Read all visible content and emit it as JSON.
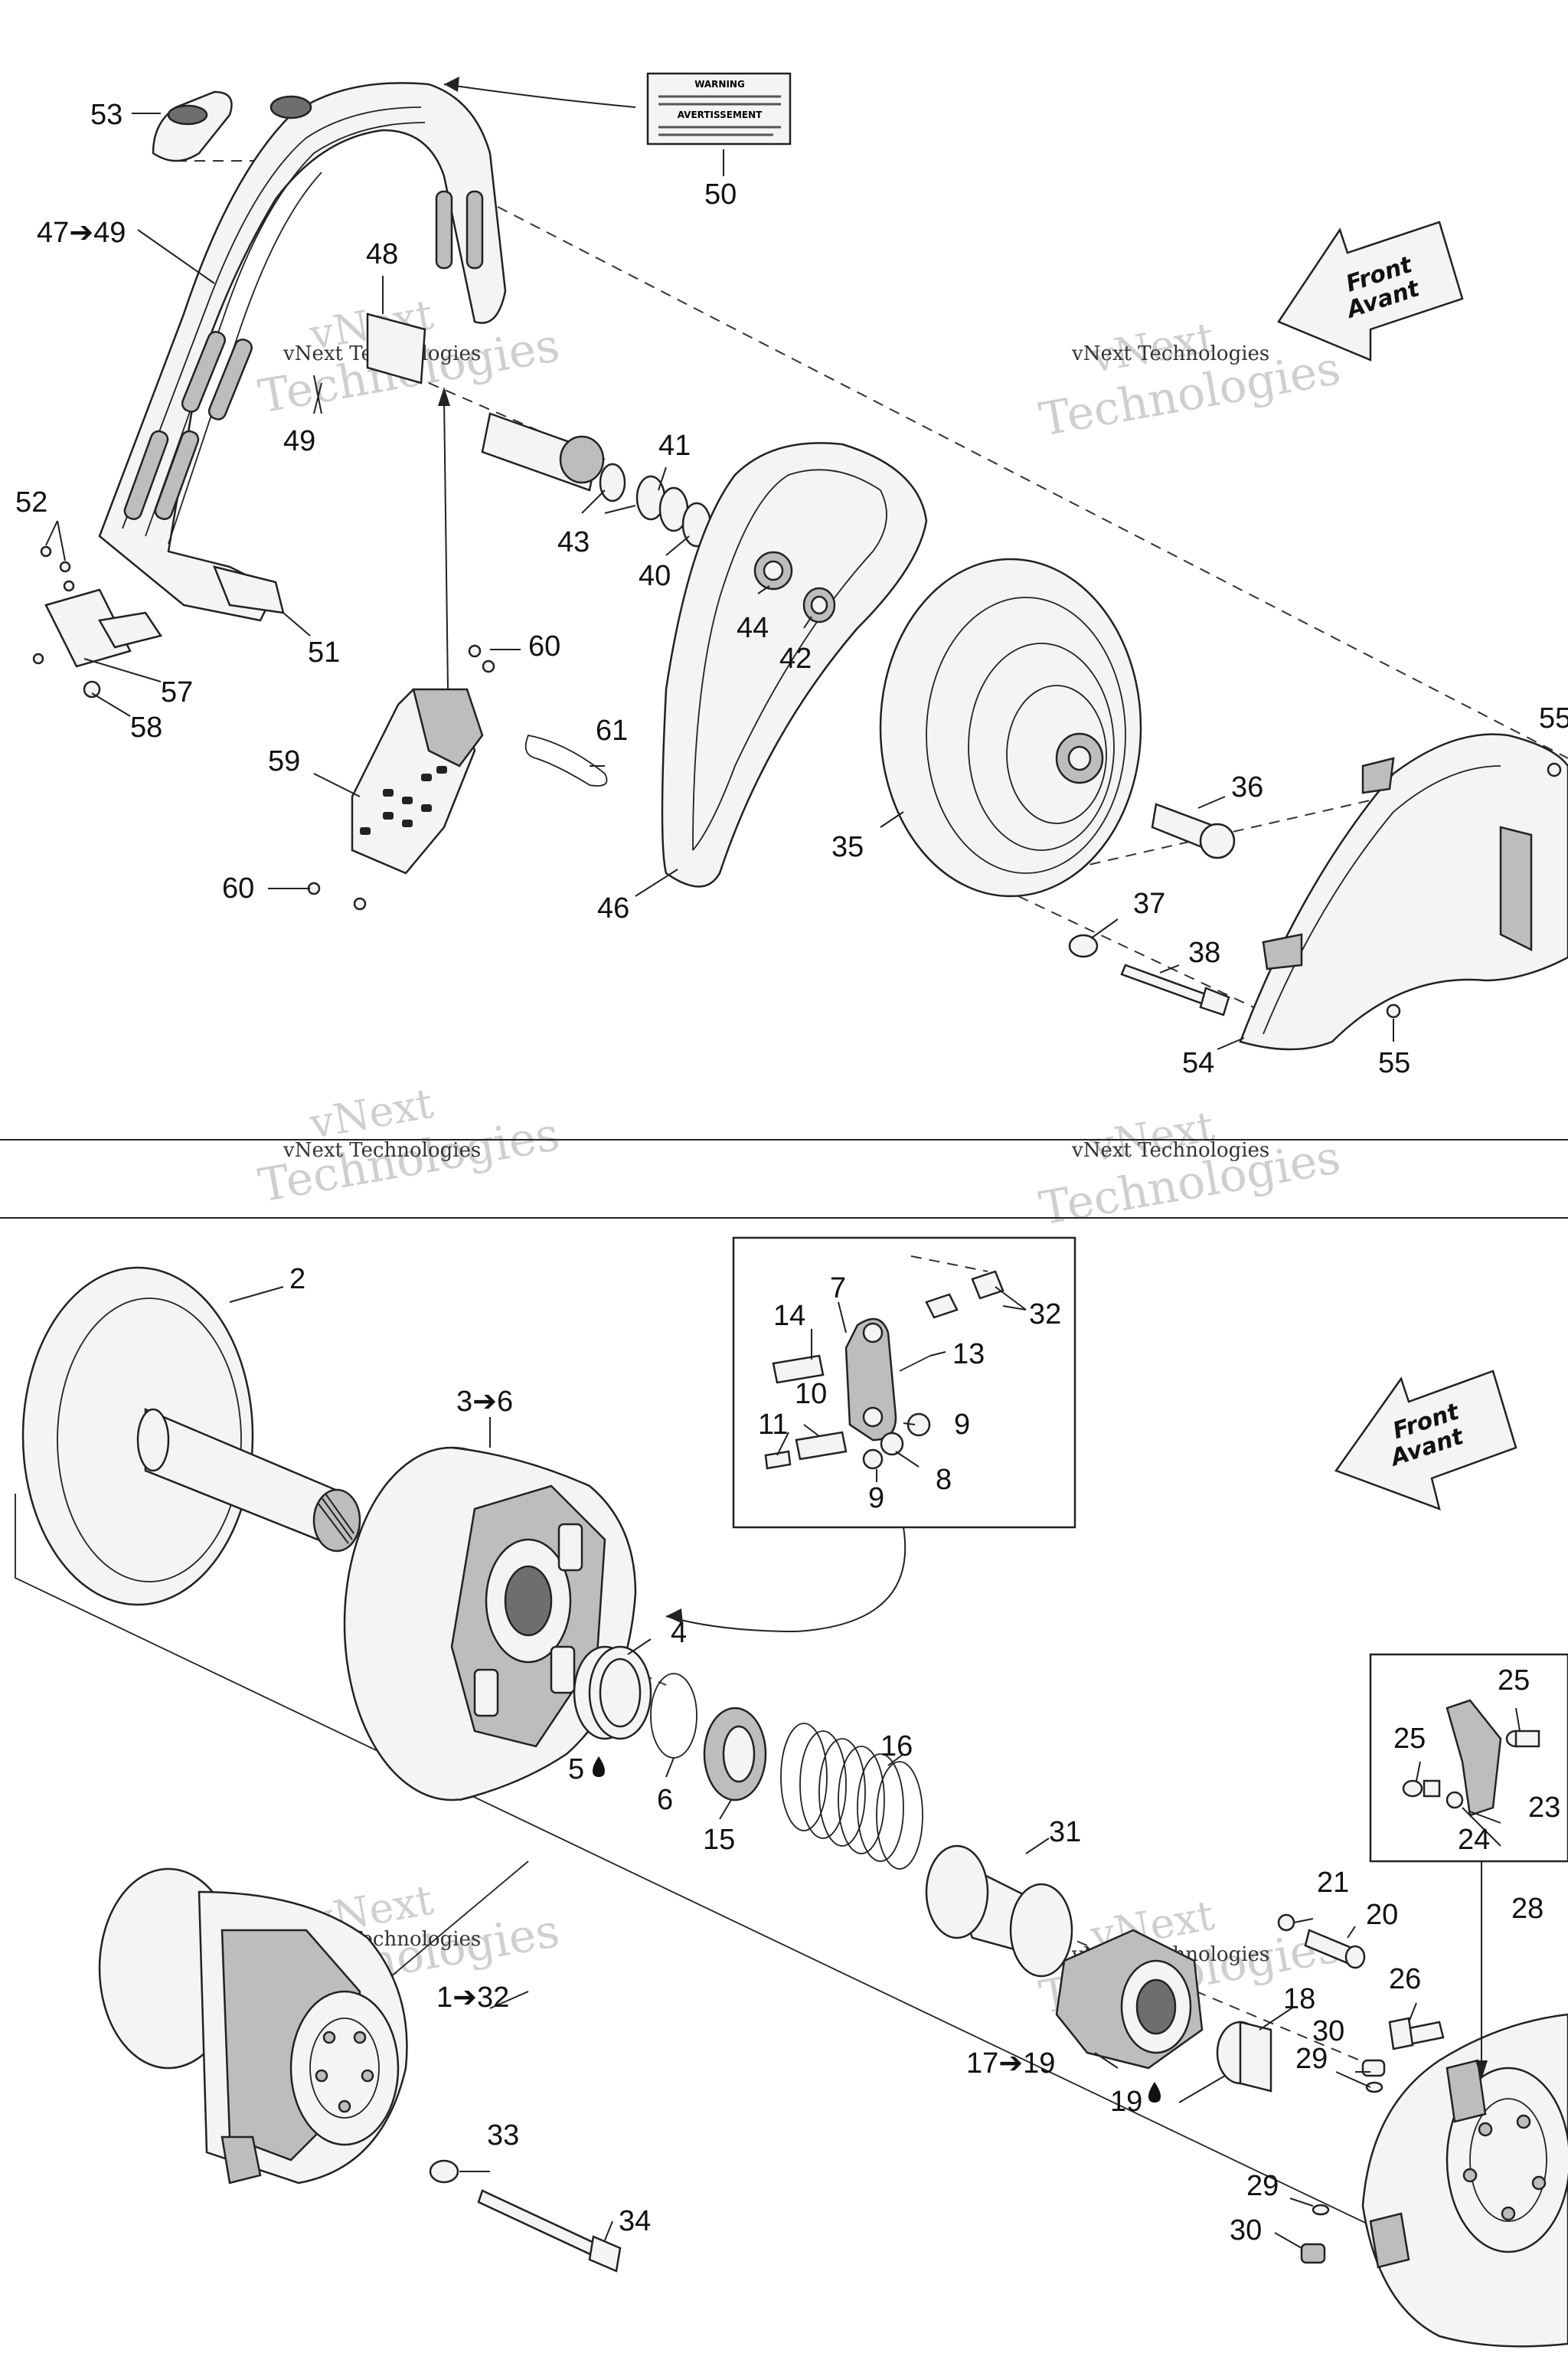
{
  "watermark": {
    "line1": "vNext",
    "line2": "Technologies",
    "small": "vNext Technologies"
  },
  "direction_arrow": {
    "line1": "Front",
    "line2": "Avant"
  },
  "label_decal": {
    "title_en": "WARNING",
    "title_fr": "AVERTISSEMENT"
  },
  "callouts_top": [
    {
      "id": "c53",
      "text": "53"
    },
    {
      "id": "c50",
      "text": "50"
    },
    {
      "id": "c47",
      "text": "47➔49"
    },
    {
      "id": "c48",
      "text": "48"
    },
    {
      "id": "c49",
      "text": "49"
    },
    {
      "id": "c41",
      "text": "41"
    },
    {
      "id": "c43",
      "text": "43"
    },
    {
      "id": "c40",
      "text": "40"
    },
    {
      "id": "c52",
      "text": "52"
    },
    {
      "id": "c44",
      "text": "44"
    },
    {
      "id": "c42",
      "text": "42"
    },
    {
      "id": "c51",
      "text": "51"
    },
    {
      "id": "c60a",
      "text": "60"
    },
    {
      "id": "c57",
      "text": "57"
    },
    {
      "id": "c58",
      "text": "58"
    },
    {
      "id": "c61",
      "text": "61"
    },
    {
      "id": "c59",
      "text": "59"
    },
    {
      "id": "c36",
      "text": "36"
    },
    {
      "id": "c55a",
      "text": "55"
    },
    {
      "id": "c35",
      "text": "35"
    },
    {
      "id": "c60b",
      "text": "60"
    },
    {
      "id": "c46",
      "text": "46"
    },
    {
      "id": "c37",
      "text": "37"
    },
    {
      "id": "c38",
      "text": "38"
    },
    {
      "id": "c54",
      "text": "54"
    },
    {
      "id": "c55b",
      "text": "55"
    }
  ],
  "callouts_bottom": [
    {
      "id": "c2",
      "text": "2"
    },
    {
      "id": "c7",
      "text": "7"
    },
    {
      "id": "c32",
      "text": "32"
    },
    {
      "id": "c14",
      "text": "14"
    },
    {
      "id": "c13",
      "text": "13"
    },
    {
      "id": "c3",
      "text": "3➔6"
    },
    {
      "id": "c10",
      "text": "10"
    },
    {
      "id": "c11",
      "text": "11"
    },
    {
      "id": "c9a",
      "text": "9"
    },
    {
      "id": "c9b",
      "text": "9"
    },
    {
      "id": "c8",
      "text": "8"
    },
    {
      "id": "c4",
      "text": "4"
    },
    {
      "id": "c25a",
      "text": "25"
    },
    {
      "id": "c25b",
      "text": "25"
    },
    {
      "id": "c16",
      "text": "16"
    },
    {
      "id": "c5",
      "text": "5"
    },
    {
      "id": "c6",
      "text": "6"
    },
    {
      "id": "c15",
      "text": "15"
    },
    {
      "id": "c23",
      "text": "23"
    },
    {
      "id": "c24",
      "text": "24"
    },
    {
      "id": "c31",
      "text": "31"
    },
    {
      "id": "c21",
      "text": "21"
    },
    {
      "id": "c20",
      "text": "20"
    },
    {
      "id": "c28",
      "text": "28"
    },
    {
      "id": "c1",
      "text": "1➔32"
    },
    {
      "id": "c26",
      "text": "26"
    },
    {
      "id": "c18",
      "text": "18"
    },
    {
      "id": "c30a",
      "text": "30"
    },
    {
      "id": "c29a",
      "text": "29"
    },
    {
      "id": "c17",
      "text": "17➔19"
    },
    {
      "id": "c19",
      "text": "19"
    },
    {
      "id": "c33",
      "text": "33"
    },
    {
      "id": "c29b",
      "text": "29"
    },
    {
      "id": "c34",
      "text": "34"
    },
    {
      "id": "c30b",
      "text": "30"
    }
  ]
}
